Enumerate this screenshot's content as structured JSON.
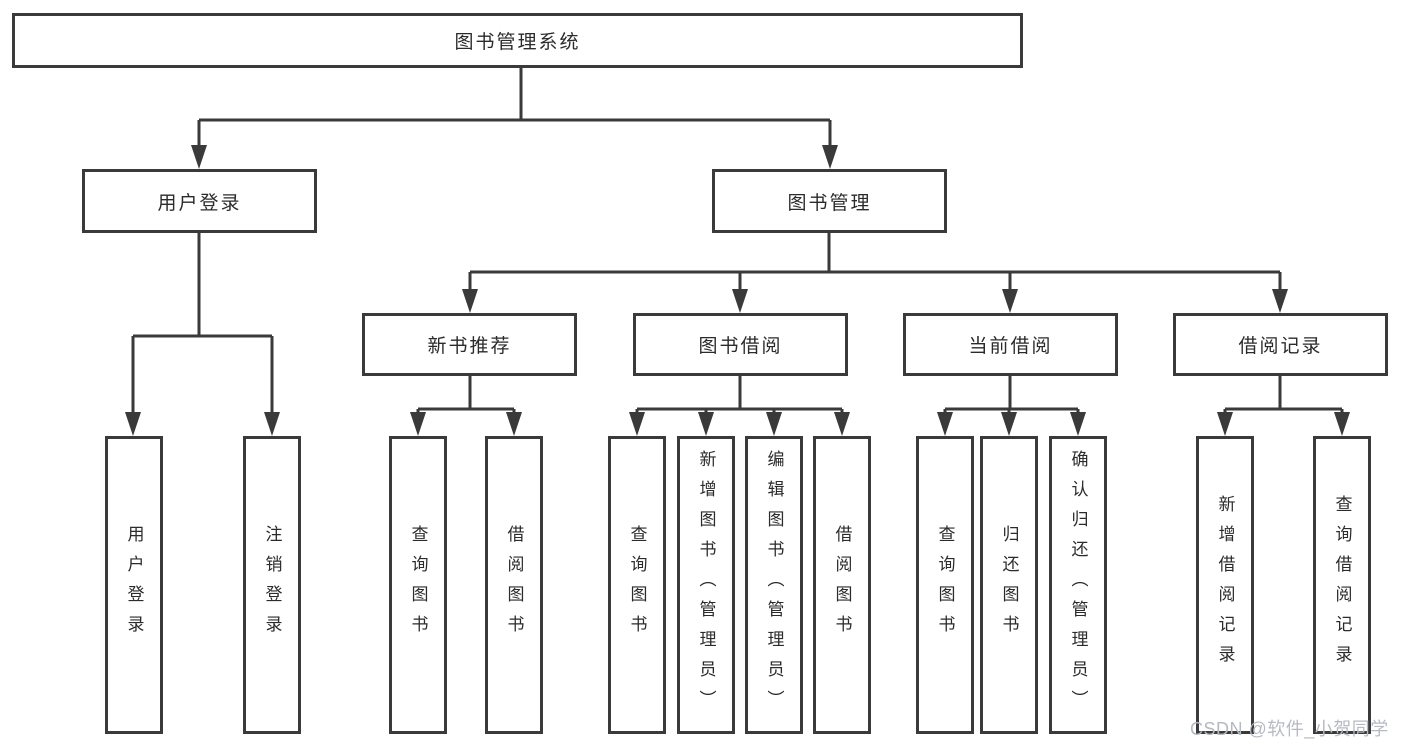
{
  "tree": {
    "root": "图书管理系统",
    "branches": [
      {
        "label": "用户登录",
        "leaves": [
          "用户登录",
          "注销登录"
        ]
      },
      {
        "label": "图书管理",
        "groups": [
          {
            "label": "新书推荐",
            "leaves": [
              "查询图书",
              "借阅图书"
            ]
          },
          {
            "label": "图书借阅",
            "leaves": [
              "查询图书",
              "新增图书（管理员）",
              "编辑图书（管理员）",
              "借阅图书"
            ]
          },
          {
            "label": "当前借阅",
            "leaves": [
              "查询图书",
              "归还图书",
              "确认归还（管理员）"
            ]
          },
          {
            "label": "借阅记录",
            "leaves": [
              "新增借阅记录",
              "查询借阅记录"
            ]
          }
        ]
      }
    ]
  },
  "watermark": "CSDN @软件_小贺同学",
  "colors": {
    "line": "#3a3a3a",
    "text": "#2b2b2b",
    "watermark": "#b6bac1",
    "background": "#ffffff"
  }
}
